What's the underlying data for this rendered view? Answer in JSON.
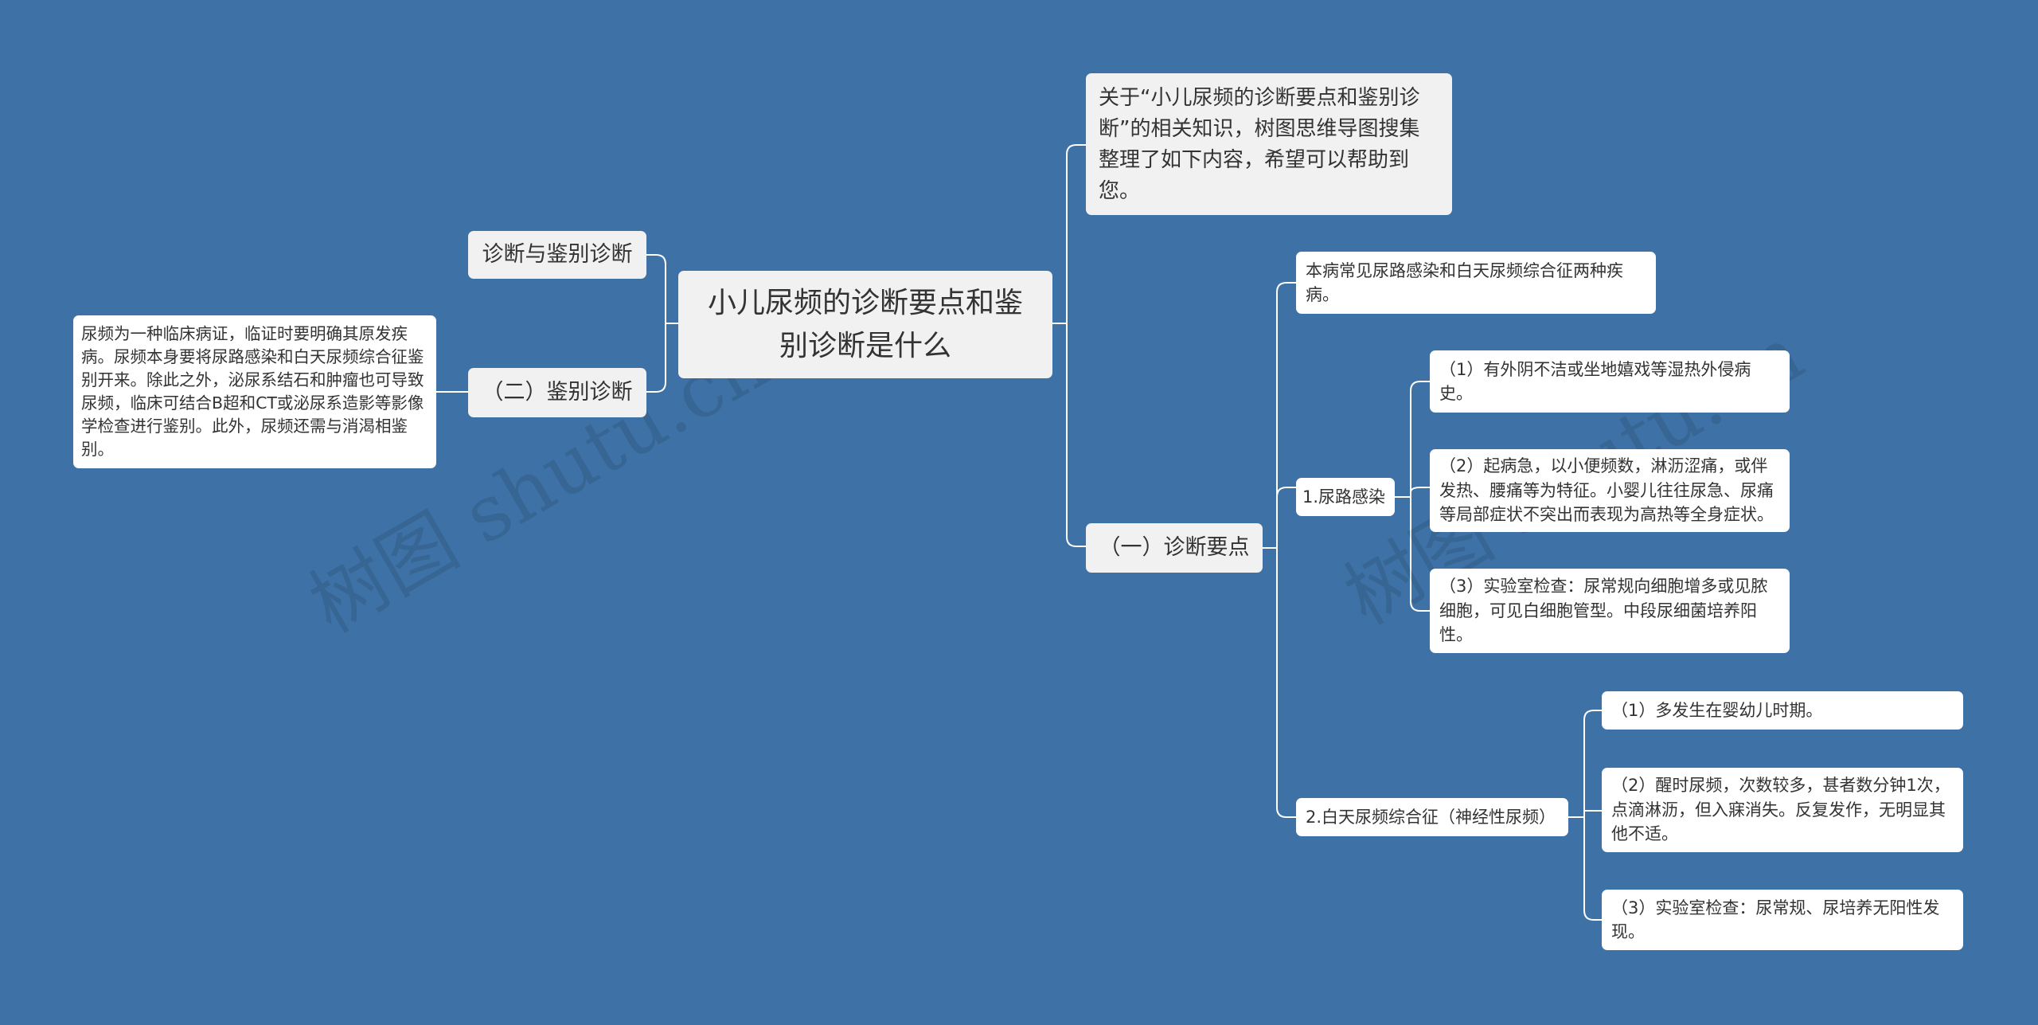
{
  "mindmap": {
    "root": "小儿尿频的诊断要点和鉴别诊断是什么",
    "intro": "关于“小儿尿频的诊断要点和鉴别诊断”的相关知识，树图思维导图搜集整理了如下内容，希望可以帮助到您。",
    "left_branch_top": "诊断与鉴别诊断",
    "left_branch_bottom": "（二）鉴别诊断",
    "left_leaf": "尿频为一种临床病证，临证时要明确其原发疾病。尿频本身要将尿路感染和白天尿频综合征鉴别开来。除此之外，泌尿系结石和肿瘤也可导致尿频，临床可结合B超和CT或泌尿系造影等影像学检查进行鉴别。此外，尿频还需与消渴相鉴别。",
    "right_branch": "（一）诊断要点",
    "summary": "本病常见尿路感染和白天尿频综合征两种疾病。",
    "uti": {
      "label": "1.尿路感染",
      "items": [
        "（1）有外阴不洁或坐地嬉戏等湿热外侵病史。",
        "（2）起病急，以小便频数，淋沥涩痛，或伴发热、腰痛等为特征。小婴儿往往尿急、尿痛等局部症状不突出而表现为高热等全身症状。",
        "（3）实验室检查：尿常规向细胞增多或见脓细胞，可见白细胞管型。中段尿细菌培养阳性。"
      ]
    },
    "daytime": {
      "label": "2.白天尿频综合征（神经性尿频）",
      "items": [
        "（1）多发生在婴幼儿时期。",
        "（2）醒时尿频，次数较多，甚者数分钟1次，点滴淋沥，但入寐消失。反复发作，无明显其他不适。",
        "（3）实验室检查：尿常规、尿培养无阳性发现。"
      ]
    }
  },
  "watermarks": [
    "树图 shutu.cn",
    "树图 shutu.cn"
  ],
  "colors": {
    "background": "#3e72a6",
    "connector": "#ffffff",
    "node_light": "#f1f1f1",
    "node_white": "#ffffff"
  }
}
